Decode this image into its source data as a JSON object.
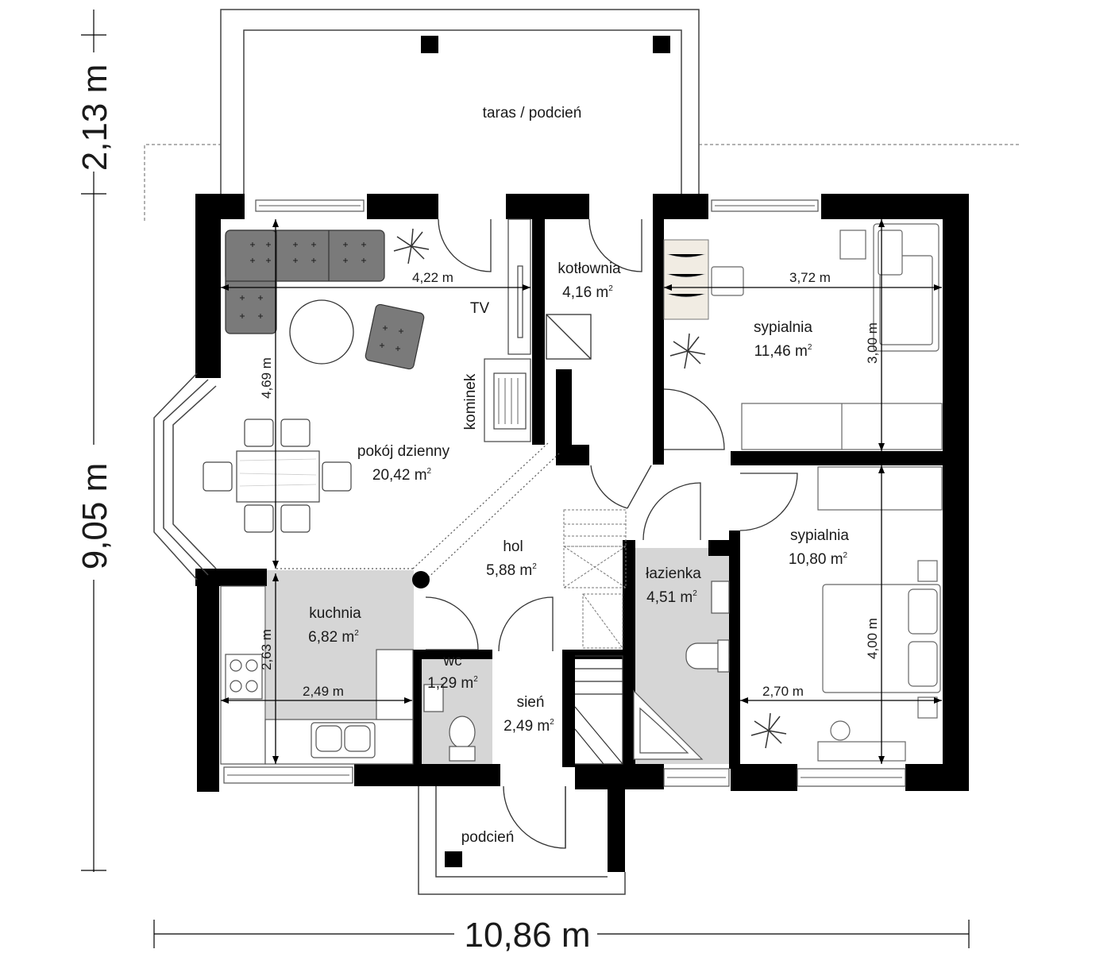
{
  "rooms": {
    "taras": "taras / podcień",
    "pokoj_name": "pokój dzienny",
    "pokoj_area": "20,42 m",
    "kotlownia_name": "kotłownia",
    "kotlownia_area": "4,16 m",
    "sypialnia1_name": "sypialnia",
    "sypialnia1_area": "11,46 m",
    "sypialnia2_name": "sypialnia",
    "sypialnia2_area": "10,80 m",
    "hol_name": "hol",
    "hol_area": "5,88 m",
    "lazienka_name": "łazienka",
    "lazienka_area": "4,51 m",
    "kuchnia_name": "kuchnia",
    "kuchnia_area": "6,82 m",
    "wc_name": "wc",
    "wc_area": "1,29 m",
    "sien_name": "sień",
    "sien_area": "2,49 m",
    "podcien": "podcień",
    "sup": "2"
  },
  "labels": {
    "tv": "TV",
    "kominek": "kominek"
  },
  "dimensions": {
    "d_422": "4,22 m",
    "d_372": "3,72 m",
    "d_300": "3,00 m",
    "d_469": "4,69 m",
    "d_263": "2,63 m",
    "d_249": "2,49 m",
    "d_270": "2,70 m",
    "d_400": "4,00 m",
    "overall_top": "2,13 m",
    "overall_left": "9,05 m",
    "overall_bottom": "10,86 m"
  }
}
